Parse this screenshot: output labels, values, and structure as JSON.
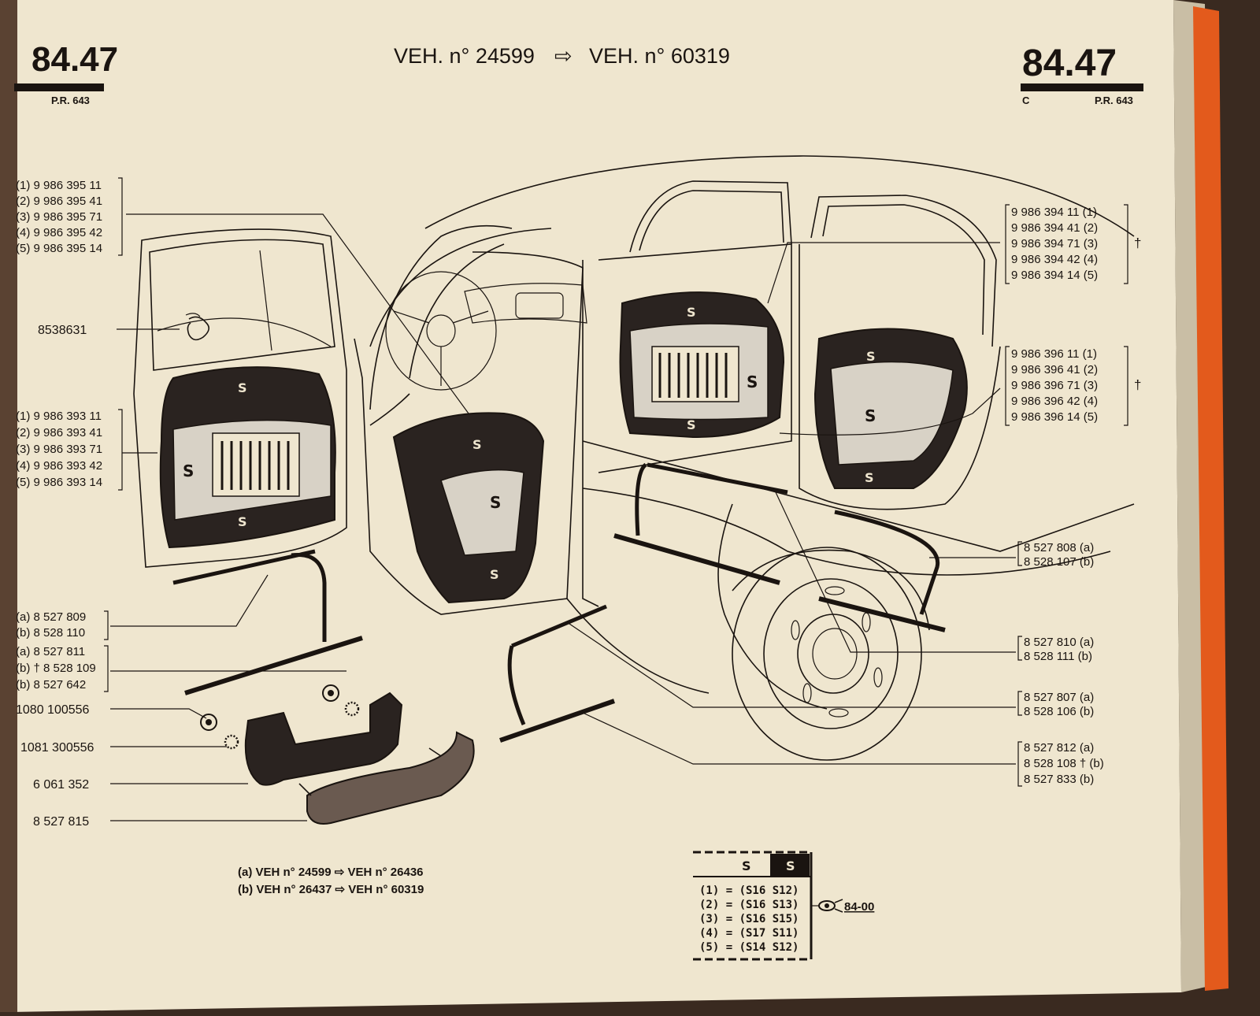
{
  "header": {
    "page_left": "84.47",
    "page_left_sub": "P.R. 643",
    "title_part1": "VEH. n° 24599",
    "title_arrow": "⇨",
    "title_part2": "VEH. n° 60319",
    "page_right": "84.47",
    "page_right_letter": "C",
    "page_right_sub": "P.R. 643"
  },
  "left_labels": {
    "group1": [
      "(1) 9 986 395 11",
      "(2) 9 986 395 41",
      "(3) 9 986 395 71",
      "(4) 9 986 395 42",
      "(5) 9 986 395 14"
    ],
    "badge": "8538631",
    "group2": [
      "(1) 9 986 393 11",
      "(2) 9 986 393 41",
      "(3) 9 986 393 71",
      "(4) 9 986 393 42",
      "(5) 9 986 393 14"
    ],
    "group3": [
      "(a) 8 527 809",
      "(b) 8 528 110"
    ],
    "group4": [
      "(a) 8 527 811",
      "(b) † 8 528 109",
      "(b) 8 527 642"
    ],
    "nut": "1080 100556",
    "washer": "1081 300556",
    "bracket": "6 061 352",
    "handle": "8 527 815"
  },
  "right_labels": {
    "group1": [
      "9 986 394 11 (1)",
      "9 986 394 41 (2)",
      "9 986 394 71 (3)",
      "9 986 394 42 (4)",
      "9 986 394 14 (5)"
    ],
    "group1_mark": "†",
    "group2": [
      "9 986 396 11 (1)",
      "9 986 396 41 (2)",
      "9 986 396 71 (3)",
      "9 986 396 42 (4)",
      "9 986 396 14 (5)"
    ],
    "group2_mark": "†",
    "group3": [
      "8 527 808 (a)",
      "8 528 107 (b)"
    ],
    "group4": [
      "8 527 810 (a)",
      "8 528 111 (b)"
    ],
    "group5": [
      "8 527 807 (a)",
      "8 528 106 (b)"
    ],
    "group6": [
      "8 527 812 (a)",
      "8 528 108 † (b)",
      "8 527 833 (b)"
    ]
  },
  "legend": {
    "lines": [
      "(a) VEH n° 24599 ⇨ VEH n° 26436",
      "(b) VEH n° 26437 ⇨ VEH n° 60319"
    ]
  },
  "color_table": {
    "col1": "S",
    "col2": "S",
    "rows": [
      "(1) = (S16 S12)",
      "(2) = (S16 S13)",
      "(3) = (S16 S15)",
      "(4) = (S17 S11)",
      "(5) = (S14 S12)"
    ],
    "ref": "84-00"
  },
  "panel_letter": "S",
  "colors": {
    "paper": "#efe6cf",
    "ink": "#1a1410",
    "edge": "#e35a1c"
  }
}
